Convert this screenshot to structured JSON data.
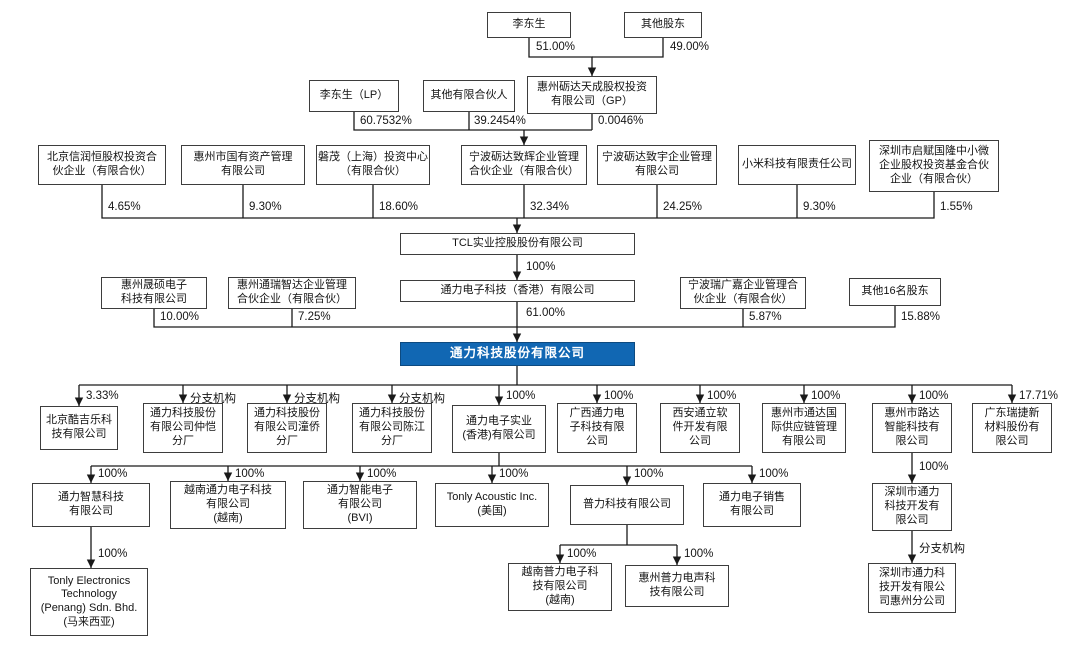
{
  "colors": {
    "accent": "#1167b3",
    "accent_border": "#0d4a80",
    "box_border": "#3d3d3d",
    "line": "#1a1a1a",
    "text": "#141414",
    "background": "#ffffff"
  },
  "nodes": [
    {
      "id": "li_dongsheng",
      "lines": [
        "李东生"
      ]
    },
    {
      "id": "other_shareholders_top",
      "lines": [
        "其他股东"
      ]
    },
    {
      "id": "li_dongsheng_lp",
      "lines": [
        "李东生（LP）"
      ]
    },
    {
      "id": "other_lp",
      "lines": [
        "其他有限合伙人"
      ]
    },
    {
      "id": "lida_tiancheng_gp",
      "lines": [
        "惠州砺达天成股权投资",
        "有限公司（GP）"
      ]
    },
    {
      "id": "beijing_xinrunheng",
      "lines": [
        "北京信润恒股权投资合",
        "伙企业（有限合伙）"
      ]
    },
    {
      "id": "huizhou_soe",
      "lines": [
        "惠州市国有资产管理",
        "有限公司"
      ]
    },
    {
      "id": "panmao",
      "lines": [
        "磐茂（上海）投资中心",
        "（有限合伙）"
      ]
    },
    {
      "id": "ningbo_zhihui",
      "lines": [
        "宁波砺达致辉企业管理",
        "合伙企业（有限合伙）"
      ]
    },
    {
      "id": "ningbo_zhiyu",
      "lines": [
        "宁波砺达致宇企业管理",
        "有限公司"
      ]
    },
    {
      "id": "xiaomi",
      "lines": [
        "小米科技有限责任公司"
      ]
    },
    {
      "id": "shenzhen_qifu",
      "lines": [
        "深圳市启赋国隆中小微",
        "企业股权投资基金合伙",
        "企业（有限合伙）"
      ]
    },
    {
      "id": "tcl",
      "lines": [
        "TCL实业控股股份有限公司"
      ]
    },
    {
      "id": "tonly_hk_tech",
      "lines": [
        "通力电子科技（香港）有限公司"
      ]
    },
    {
      "id": "huizhou_shengshuo",
      "lines": [
        "惠州晟硕电子",
        "科技有限公司"
      ]
    },
    {
      "id": "huizhou_tongrui",
      "lines": [
        "惠州通瑞智达企业管理",
        "合伙企业（有限合伙）"
      ]
    },
    {
      "id": "ningbo_ruiguangjia",
      "lines": [
        "宁波瑞广嘉企业管理合",
        "伙企业（有限合伙）"
      ]
    },
    {
      "id": "other_16",
      "lines": [
        "其他16名股东"
      ]
    },
    {
      "id": "tonly_tech",
      "lines": [
        "通力科技股份有限公司"
      ],
      "highlight": true
    },
    {
      "id": "beijing_kujile",
      "lines": [
        "北京酷吉乐科",
        "技有限公司"
      ]
    },
    {
      "id": "zhongkai_branch",
      "lines": [
        "通力科技股份",
        "有限公司仲恺",
        "分厂"
      ]
    },
    {
      "id": "tongqiao_branch",
      "lines": [
        "通力科技股份",
        "有限公司潼侨",
        "分厂"
      ]
    },
    {
      "id": "chenjiang_branch",
      "lines": [
        "通力科技股份",
        "有限公司陈江",
        "分厂"
      ]
    },
    {
      "id": "tonly_hk_industrial",
      "lines": [
        "通力电子实业",
        "(香港)有限公司"
      ]
    },
    {
      "id": "guangxi_tonly",
      "lines": [
        "广西通力电",
        "子科技有限",
        "公司"
      ]
    },
    {
      "id": "xian_tongli",
      "lines": [
        "西安通立软",
        "件开发有限",
        "公司"
      ]
    },
    {
      "id": "huizhou_tongda",
      "lines": [
        "惠州市通达国",
        "际供应链管理",
        "有限公司"
      ]
    },
    {
      "id": "huizhou_luda",
      "lines": [
        "惠州市路达",
        "智能科技有",
        "限公司"
      ]
    },
    {
      "id": "guangdong_ruijie",
      "lines": [
        "广东瑞捷新",
        "材料股份有",
        "限公司"
      ]
    },
    {
      "id": "tonly_smart_tech",
      "lines": [
        "通力智慧科技",
        "有限公司"
      ]
    },
    {
      "id": "vietnam_tonly",
      "lines": [
        "越南通力电子科技",
        "有限公司",
        "(越南)"
      ]
    },
    {
      "id": "tonly_smart_elec",
      "lines": [
        "通力智能电子",
        "有限公司",
        "(BVI)"
      ]
    },
    {
      "id": "tonly_acoustic",
      "lines": [
        "Tonly Acoustic Inc.",
        "(美国)"
      ]
    },
    {
      "id": "puli_tech",
      "lines": [
        "普力科技有限公司"
      ]
    },
    {
      "id": "tonly_sales",
      "lines": [
        "通力电子销售",
        "有限公司"
      ]
    },
    {
      "id": "shenzhen_tonly_dev",
      "lines": [
        "深圳市通力",
        "科技开发有",
        "限公司"
      ]
    },
    {
      "id": "tonly_penang",
      "lines": [
        "Tonly Electronics",
        "Technology",
        "(Penang) Sdn. Bhd.",
        "(马来西亚)"
      ]
    },
    {
      "id": "vietnam_puli",
      "lines": [
        "越南普力电子科",
        "技有限公司",
        "(越南)"
      ]
    },
    {
      "id": "huizhou_puli",
      "lines": [
        "惠州普力电声科",
        "技有限公司"
      ]
    },
    {
      "id": "shenzhen_huizhou_branch",
      "lines": [
        "深圳市通力科",
        "技开发有限公",
        "司惠州分公司"
      ]
    }
  ],
  "edges": [
    {
      "from": "li_dongsheng",
      "to": "lida_tiancheng_gp",
      "label": "51.00%"
    },
    {
      "from": "other_shareholders_top",
      "to": "lida_tiancheng_gp",
      "label": "49.00%"
    },
    {
      "from": "li_dongsheng_lp",
      "to": "ningbo_zhihui",
      "label": "60.7532%"
    },
    {
      "from": "other_lp",
      "to": "ningbo_zhihui",
      "label": "39.2454%"
    },
    {
      "from": "lida_tiancheng_gp",
      "to": "ningbo_zhihui",
      "label": "0.0046%"
    },
    {
      "from": "beijing_xinrunheng",
      "to": "tcl",
      "label": "4.65%"
    },
    {
      "from": "huizhou_soe",
      "to": "tcl",
      "label": "9.30%"
    },
    {
      "from": "panmao",
      "to": "tcl",
      "label": "18.60%"
    },
    {
      "from": "ningbo_zhihui",
      "to": "tcl",
      "label": "32.34%"
    },
    {
      "from": "ningbo_zhiyu",
      "to": "tcl",
      "label": "24.25%"
    },
    {
      "from": "xiaomi",
      "to": "tcl",
      "label": "9.30%"
    },
    {
      "from": "shenzhen_qifu",
      "to": "tcl",
      "label": "1.55%"
    },
    {
      "from": "tcl",
      "to": "tonly_hk_tech",
      "label": "100%"
    },
    {
      "from": "tonly_hk_tech",
      "to": "tonly_tech",
      "label": "61.00%"
    },
    {
      "from": "huizhou_shengshuo",
      "to": "tonly_tech",
      "label": "10.00%"
    },
    {
      "from": "huizhou_tongrui",
      "to": "tonly_tech",
      "label": "7.25%"
    },
    {
      "from": "ningbo_ruiguangjia",
      "to": "tonly_tech",
      "label": "5.87%"
    },
    {
      "from": "other_16",
      "to": "tonly_tech",
      "label": "15.88%"
    },
    {
      "from": "tonly_tech",
      "to": "beijing_kujile",
      "label": "3.33%"
    },
    {
      "from": "tonly_tech",
      "to": "zhongkai_branch",
      "label": "分支机构"
    },
    {
      "from": "tonly_tech",
      "to": "tongqiao_branch",
      "label": "分支机构"
    },
    {
      "from": "tonly_tech",
      "to": "chenjiang_branch",
      "label": "分支机构"
    },
    {
      "from": "tonly_tech",
      "to": "tonly_hk_industrial",
      "label": "100%"
    },
    {
      "from": "tonly_tech",
      "to": "guangxi_tonly",
      "label": "100%"
    },
    {
      "from": "tonly_tech",
      "to": "xian_tongli",
      "label": "100%"
    },
    {
      "from": "tonly_tech",
      "to": "huizhou_tongda",
      "label": "100%"
    },
    {
      "from": "tonly_tech",
      "to": "huizhou_luda",
      "label": "100%"
    },
    {
      "from": "tonly_tech",
      "to": "guangdong_ruijie",
      "label": "17.71%"
    },
    {
      "from": "tonly_hk_industrial",
      "to": "tonly_smart_tech",
      "label": "100%"
    },
    {
      "from": "tonly_hk_industrial",
      "to": "vietnam_tonly",
      "label": "100%"
    },
    {
      "from": "tonly_hk_industrial",
      "to": "tonly_smart_elec",
      "label": "100%"
    },
    {
      "from": "tonly_hk_industrial",
      "to": "tonly_acoustic",
      "label": "100%"
    },
    {
      "from": "tonly_hk_industrial",
      "to": "puli_tech",
      "label": "100%"
    },
    {
      "from": "tonly_hk_industrial",
      "to": "tonly_sales",
      "label": "100%"
    },
    {
      "from": "huizhou_luda",
      "to": "shenzhen_tonly_dev",
      "label": "100%"
    },
    {
      "from": "tonly_smart_tech",
      "to": "tonly_penang",
      "label": "100%"
    },
    {
      "from": "puli_tech",
      "to": "vietnam_puli",
      "label": "100%"
    },
    {
      "from": "puli_tech",
      "to": "huizhou_puli",
      "label": "100%"
    },
    {
      "from": "shenzhen_tonly_dev",
      "to": "shenzhen_huizhou_branch",
      "label": "分支机构"
    }
  ]
}
